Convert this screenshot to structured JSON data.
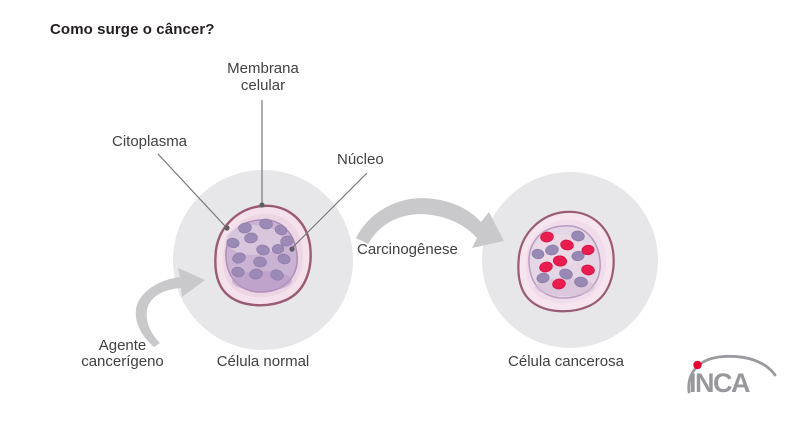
{
  "title": "Como surge o câncer?",
  "labels": {
    "membrane_line1": "Membrana",
    "membrane_line2": "celular",
    "cytoplasm": "Citoplasma",
    "nucleus": "Núcleo",
    "agent_line1": "Agente",
    "agent_line2": "cancerígeno",
    "carcinogenesis": "Carcinogênese",
    "normal_cell_caption": "Célula normal",
    "cancer_cell_caption": "Célula cancerosa"
  },
  "logo": {
    "text": "INCA"
  },
  "colors": {
    "title_text": "#231f20",
    "label_text": "#414042",
    "cell_body_gray": "#e7e6e8",
    "membrane_fill": "#f5e1eb",
    "membrane_inner_fill": "#edd6e3",
    "membrane_stroke": "#9a5c72",
    "nucleus_fill_normal": "#c9b2d2",
    "nucleus_fill_cancer": "#e4d6e4",
    "nucleus_stroke": "#b08cb9",
    "chromatin_purple": "#9b8ab6",
    "chromatin_red": "#e81c4f",
    "arrow_gray": "#c9c8ca",
    "leader_line_gray": "#77767a",
    "logo_gray": "#98979b",
    "logo_red": "#e4032e"
  }
}
